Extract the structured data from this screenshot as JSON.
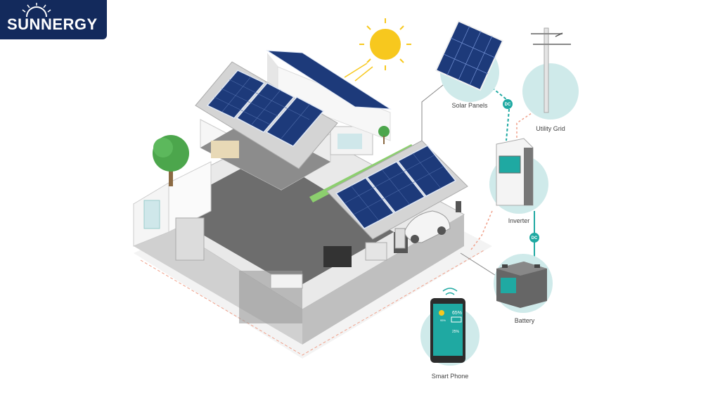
{
  "brand": {
    "name": "SUNNERGY"
  },
  "labels": {
    "solar_panels": "Solar Panels",
    "utility_grid": "Utility Grid",
    "inverter": "Inverter",
    "battery": "Battery",
    "smart_phone": "Smart Phone"
  },
  "connectors": {
    "dc_top": "DC",
    "dc_bottom": "DC"
  },
  "phone": {
    "percent_top": "65%",
    "percent_small": "95%",
    "percent_bottom": "25%"
  },
  "colors": {
    "brand": "#132a5c",
    "circle": "#cfeaea",
    "dc_line": "#1fa9a2",
    "ac_line": "#f0a08a",
    "sun": "#f7c81e",
    "panel": "#1d3a7a"
  }
}
